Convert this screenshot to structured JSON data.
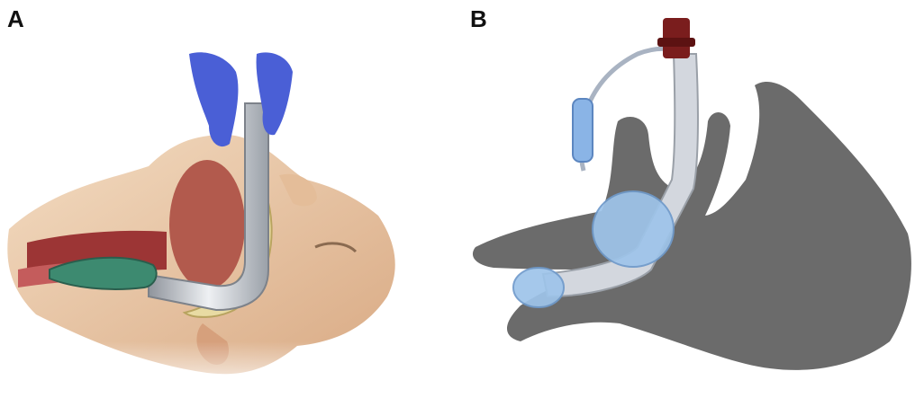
{
  "panels": [
    {
      "label": "A",
      "icon": "laryngeal-mask-insertion-illustration"
    },
    {
      "label": "B",
      "icon": "laryngeal-tube-airway-diagram"
    }
  ],
  "colors": {
    "glove": "#4a5fd6",
    "skin": "#e9c9a8",
    "tissue": "#a63b3b",
    "tube": "#c9ccd3",
    "cuff": "#3d8a70",
    "silhouette": "#6b6b6b",
    "balloon": "#9ec4ea",
    "connector": "#7a1d1d"
  }
}
